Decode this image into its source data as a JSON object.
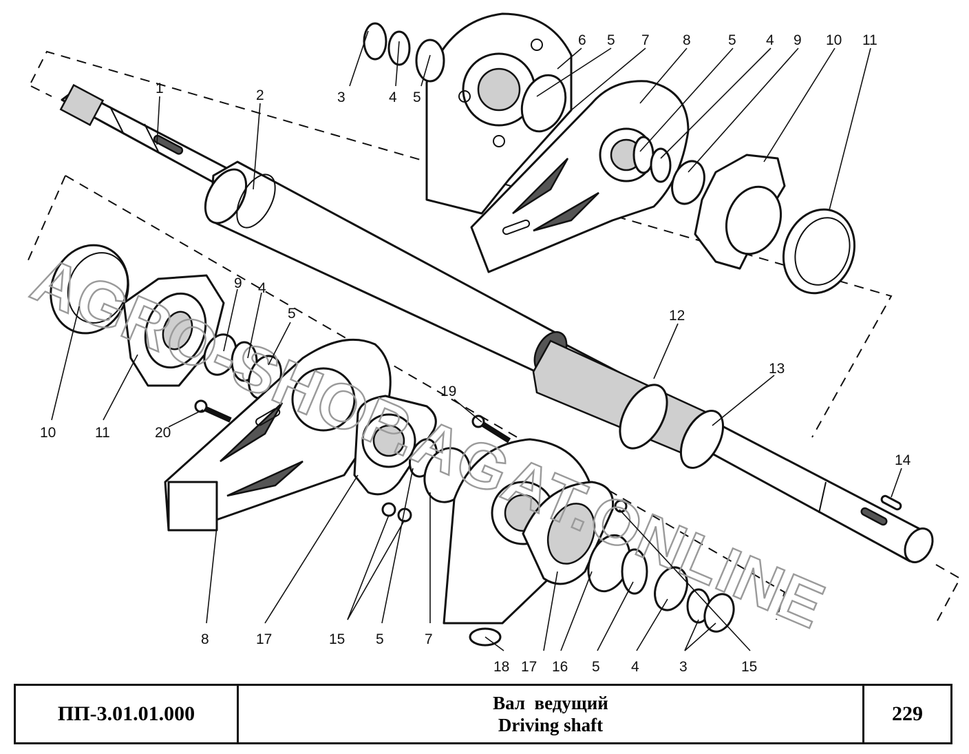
{
  "watermark": "AGRO-SHOP.AGAT.ONLINE",
  "callouts": {
    "c1": "1",
    "c2": "2",
    "c3a": "3",
    "c4a": "4",
    "c5a": "5",
    "c6": "6",
    "c5b": "5",
    "c7a": "7",
    "c8a": "8",
    "c5c": "5",
    "c4b": "4",
    "c9a": "9",
    "c10a": "10",
    "c11a": "11",
    "c9b": "9",
    "c4c": "4",
    "c5d": "5",
    "c10b": "10",
    "c11b": "11",
    "c20": "20",
    "c19": "19",
    "c12": "12",
    "c13": "13",
    "c14": "14",
    "c8b": "8",
    "c17a": "17",
    "c15a": "15",
    "c5e": "5",
    "c7b": "7",
    "c18": "18",
    "c17b": "17",
    "c16": "16",
    "c5f": "5",
    "c4d": "4",
    "c3b": "3",
    "c15b": "15"
  },
  "title_block": {
    "code": "ПП-3.01.01.000",
    "title_ru": "Вал  ведущий",
    "title_en": "Driving shaft",
    "page": "229"
  }
}
